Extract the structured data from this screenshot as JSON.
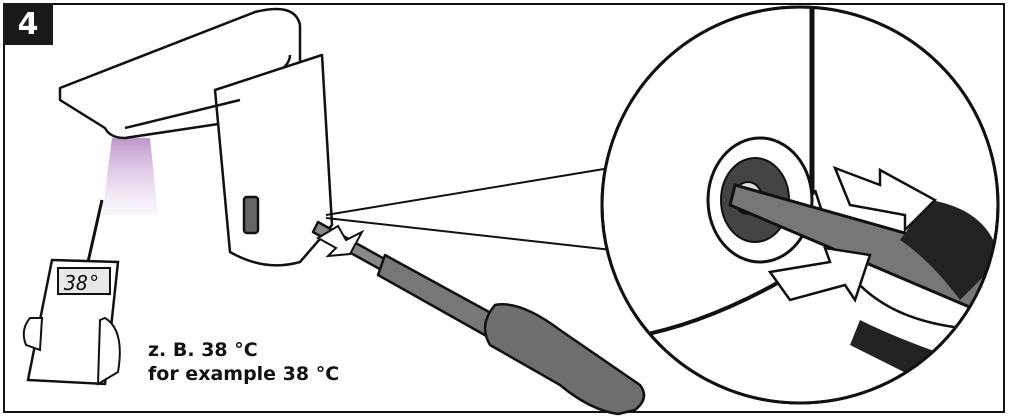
{
  "step": {
    "number": "4"
  },
  "thermometer": {
    "reading": "38°"
  },
  "caption": {
    "line_de": "z. B. 38 °C",
    "line_en": "for example 38 °C"
  },
  "colors": {
    "frame": "#111111",
    "badge": "#1a1a1a",
    "water_glow": "#c9a6d4",
    "screwdriver": "#777777",
    "arrow_fill": "#ffffff",
    "shadow": "#222222"
  },
  "icons": [
    "faucet-icon",
    "thermometer-icon",
    "screwdriver-icon",
    "rotation-arrow-icon",
    "magnifier-circle-icon"
  ]
}
